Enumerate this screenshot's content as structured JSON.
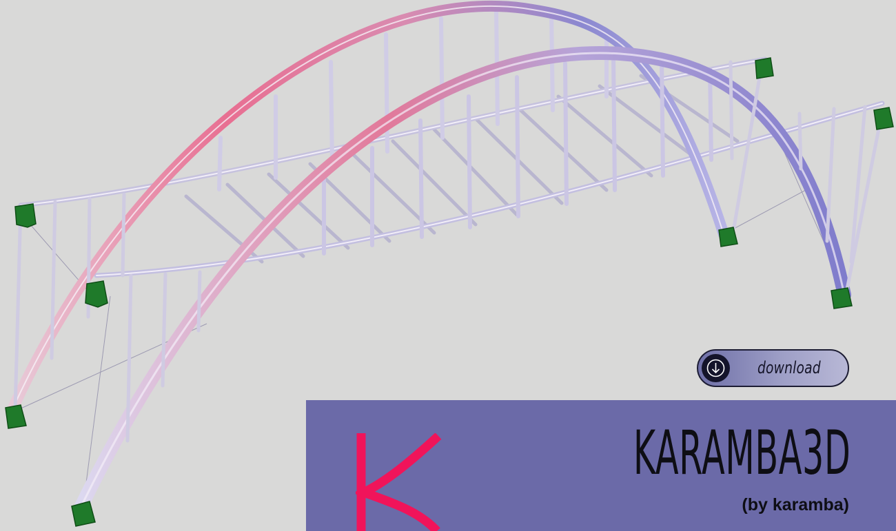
{
  "hero": {
    "image_subject": "bridge-structure"
  },
  "download": {
    "label": "download",
    "icon": "arrow-down-icon"
  },
  "brand": {
    "title": "KARAMBA3D",
    "subtitle": "(by karamba)",
    "logo_letter": "K",
    "logo_color": "#f0145a",
    "panel_color": "#6b6aa8"
  },
  "colors": {
    "background": "#d9d9d8",
    "support": "#1f7a2a",
    "tension": "#e8708f",
    "compression": "#7a78c8"
  }
}
